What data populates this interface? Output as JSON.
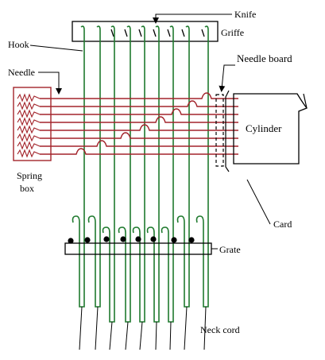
{
  "labels": {
    "knife": "Knife",
    "griffe": "Griffe",
    "hook": "Hook",
    "needle_board": "Needle board",
    "needle": "Needle",
    "cylinder": "Cylinder",
    "spring": "Spring",
    "box": "box",
    "card": "Card",
    "grate": "Grate",
    "neck_cord": "Neck cord"
  },
  "colors": {
    "hook": "#1f7a2e",
    "needle": "#a3242b",
    "outline": "#000000"
  }
}
